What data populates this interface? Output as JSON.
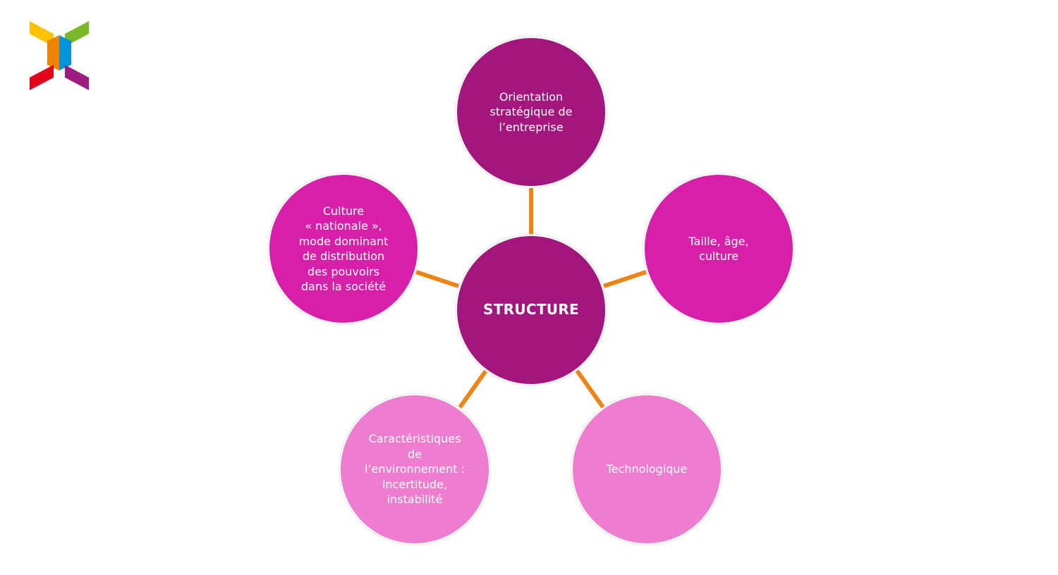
{
  "diagram": {
    "center": {
      "label": "STRUCTURE",
      "color": "#a3167d"
    },
    "nodes": [
      {
        "id": "orientation",
        "label": "Orientation\nstratégique de\nl’entreprise",
        "color": "#a3167d"
      },
      {
        "id": "taille",
        "label": "Taille, âge,\nculture",
        "color": "#d81faa"
      },
      {
        "id": "technologique",
        "label": "Technologique",
        "color": "#ee7ccf"
      },
      {
        "id": "environnement",
        "label": "Caractéristiques\nde\nl’environnement :\nincertitude,\ninstabilité",
        "color": "#ee7ccf"
      },
      {
        "id": "culture-nationale",
        "label": "Culture\n« nationale »,\nmode dominant\nde distribution\ndes pouvoirs\ndans la société",
        "color": "#d81faa"
      }
    ],
    "connector_color": "#ee8316"
  },
  "logo": {
    "colors": {
      "yellow": "#fdc300",
      "green": "#7ab929",
      "orange": "#f08300",
      "blue": "#0095db",
      "red": "#e3001b",
      "purple": "#9d1c7f"
    }
  }
}
